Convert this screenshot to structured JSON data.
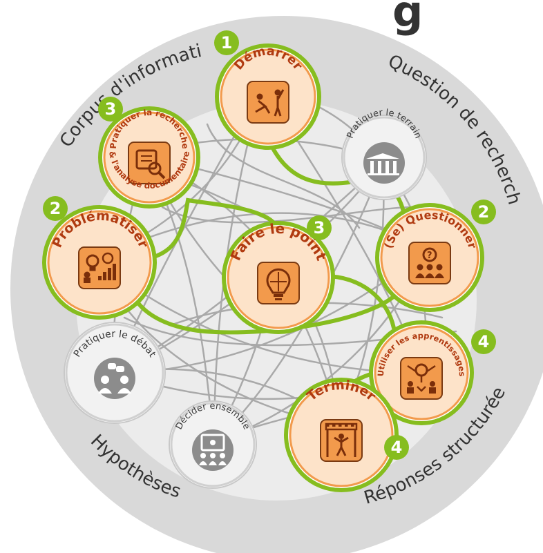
{
  "title_fragment": "g",
  "arc_labels": {
    "corpus": "Corpus d'information",
    "question": "Question de recherche",
    "hypotheses": "Hypothèses",
    "reponses": "Réponses structurée s"
  },
  "nodes": {
    "demarrer": {
      "label": "Démarrer",
      "badge": "1"
    },
    "recherche": {
      "label_line1": "Pratiquer la recherche",
      "label_line2": "& l'analyse documentaire",
      "badge": "3"
    },
    "terrain": {
      "label": "Pratiquer le terrain"
    },
    "problematiser": {
      "label": "Problématiser",
      "badge": "2"
    },
    "questionner": {
      "label": "(Se) Questionner",
      "badge": "2"
    },
    "faire_le_point": {
      "label": "Faire le point",
      "badge": "3"
    },
    "debat": {
      "label": "Pratiquer le débat"
    },
    "apprentissages": {
      "label": "Utiliser les apprentissages",
      "badge": "4"
    },
    "decider": {
      "label": "Décider ensemble"
    },
    "terminer": {
      "label": "Terminer",
      "badge": "4"
    }
  },
  "colors": {
    "outer_ring": "#d9d9d9",
    "inner_disc": "#ececec",
    "network_line": "#a9a9a9",
    "path_green": "#86bd1f",
    "node_fill": "#f29a4c",
    "node_inner": "#fde3c9",
    "node_label": "#b03a10",
    "gray_node_fill": "#8c8c8c",
    "gray_node_inner": "#f2f2f2",
    "badge_green": "#86bd1f"
  },
  "icons": {
    "demarrer": "runner-start-icon",
    "recherche": "document-search-icon",
    "terrain": "museum-visit-icon",
    "problematiser": "idea-chart-icon",
    "questionner": "question-group-icon",
    "faire_le_point": "puzzle-bulb-icon",
    "debat": "debate-people-icon",
    "apprentissages": "learning-share-icon",
    "decider": "vote-board-icon",
    "terminer": "finish-line-icon"
  }
}
